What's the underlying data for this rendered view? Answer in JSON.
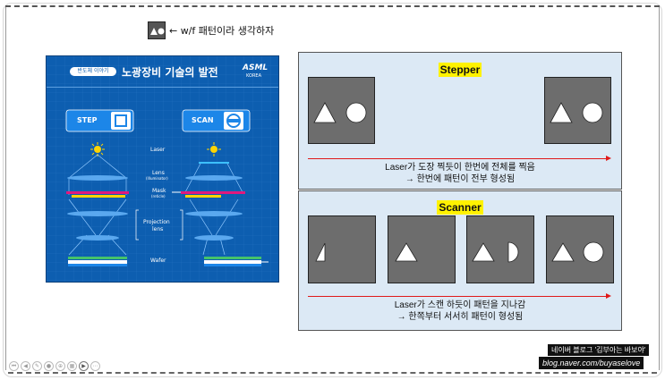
{
  "legend": {
    "text": "← w/f 패턴이라 생각하자"
  },
  "image_panel": {
    "badge": "반도체 이야기",
    "title": "노광장비 기술의 발전",
    "logo_main": "ASML",
    "logo_sub": "KOREA",
    "step_label": "STEP",
    "scan_label": "SCAN",
    "labels": {
      "laser": "Laser",
      "lens": "Lens",
      "lens_sub": "(Illuminator)",
      "mask": "Mask",
      "mask_sub": "(reticle)",
      "projection": "Projection",
      "projection2": "lens",
      "wafer": "Wafer"
    }
  },
  "stepper": {
    "title": "Stepper",
    "caption_line1": "Laser가 도장 찍듯이 한번에 전체를 찍음",
    "caption_line2": "→ 한번에 패턴이 전부 형성됨"
  },
  "scanner": {
    "title": "Scanner",
    "caption_line1": "Laser가 스캔 하듯이 패턴을 지나감",
    "caption_line2": "→ 한쪽부터 서서히 패턴이 형성됨"
  },
  "footer": {
    "watermark_line1": "네이버 블로그 '김부아는 바보야'",
    "watermark_line2": "blog.naver.com/buyaselove"
  },
  "colors": {
    "arrow": "#e01a1a",
    "highlight": "#fff200",
    "panel_bg": "#dce9f5",
    "shape_box": "#6d6d6d"
  }
}
